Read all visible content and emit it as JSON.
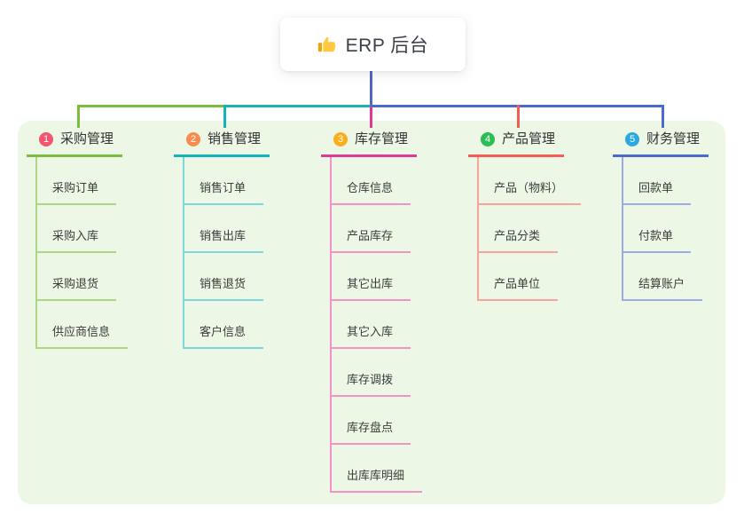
{
  "root": {
    "title": "ERP 后台",
    "icon": "thumbs-up-icon"
  },
  "colors": {
    "canvas_bg": "#ffffff",
    "panel_bg": "#ECF7E6",
    "root_connector": "#5165C1",
    "title_text": "#3B4048",
    "node_text": "#3C3C3C",
    "thumb_yellow": "#FFC83D",
    "thumb_cuff": "#EDA600"
  },
  "branches": [
    {
      "index": "1",
      "label": "采购管理",
      "badge_color": "#F4566F",
      "line_color": "#7CBD3F",
      "sub_line_color": "#ACD884",
      "items": [
        "采购订单",
        "采购入库",
        "采购退货",
        "供应商信息"
      ]
    },
    {
      "index": "2",
      "label": "销售管理",
      "badge_color": "#F98B4E",
      "line_color": "#13B5B9",
      "sub_line_color": "#7ED8D8",
      "items": [
        "销售订单",
        "销售出库",
        "销售退货",
        "客户信息"
      ]
    },
    {
      "index": "3",
      "label": "库存管理",
      "badge_color": "#FBAD1B",
      "line_color": "#E13A96",
      "sub_line_color": "#F392C3",
      "items": [
        "仓库信息",
        "产品库存",
        "其它出库",
        "其它入库",
        "库存调拨",
        "库存盘点",
        "出库库明细"
      ]
    },
    {
      "index": "4",
      "label": "产品管理",
      "badge_color": "#2EBD52",
      "line_color": "#F65C53",
      "sub_line_color": "#FAA39C",
      "items": [
        "产品（物料）",
        "产品分类",
        "产品单位"
      ]
    },
    {
      "index": "5",
      "label": "财务管理",
      "badge_color": "#2AA9E0",
      "line_color": "#4A6AD0",
      "sub_line_color": "#9AACE8",
      "items": [
        "回款单",
        "付款单",
        "结算账户"
      ]
    }
  ]
}
